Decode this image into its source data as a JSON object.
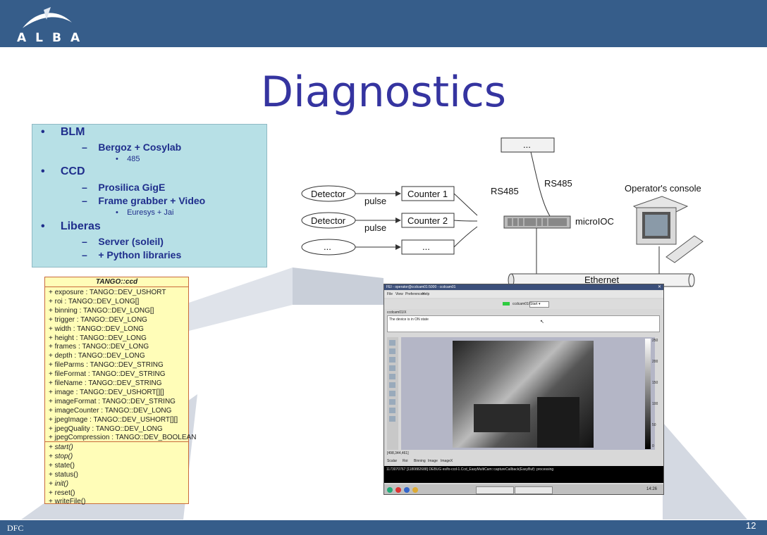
{
  "header": {
    "logo_text": "ALBA"
  },
  "slide": {
    "title": "Diagnostics",
    "footer": "DFC",
    "page_number": "12"
  },
  "bullets": [
    {
      "label": "BLM",
      "sub": [
        {
          "label": "Bergoz + Cosylab",
          "sub": [
            "485"
          ]
        }
      ]
    },
    {
      "label": "CCD",
      "sub": [
        {
          "label": "Prosilica GigE",
          "sub": []
        },
        {
          "label": "Frame grabber + Video",
          "sub": [
            "Euresys + Jai"
          ]
        }
      ]
    },
    {
      "label": "Liberas",
      "sub": [
        {
          "label": "Server (soleil)",
          "sub": []
        },
        {
          "label": "+ Python libraries",
          "sub": []
        }
      ]
    }
  ],
  "uml": {
    "class_name": "TANGO::ccd",
    "attributes": [
      "+ exposure : TANGO::DEV_USHORT",
      "+ roi : TANGO::DEV_LONG[]",
      "+ binning : TANGO::DEV_LONG[]",
      "+ trigger : TANGO::DEV_LONG",
      "+ width : TANGO::DEV_LONG",
      "+ height : TANGO::DEV_LONG",
      "+ frames : TANGO::DEV_LONG",
      "+ depth : TANGO::DEV_LONG",
      "+ fileParms : TANGO::DEV_STRING",
      "+ fileFormat : TANGO::DEV_STRING",
      "+ fileName : TANGO::DEV_STRING",
      "+ image : TANGO::DEV_USHORT[][]",
      "+ imageFormat : TANGO::DEV_STRING",
      "+ imageCounter : TANGO::DEV_LONG",
      "+ jpegImage : TANGO::DEV_USHORT[][]",
      "+ jpegQuality : TANGO::DEV_LONG",
      "+ jpegCompression : TANGO::DEV_BOOLEAN"
    ],
    "methods": [
      "+ start()",
      "+ stop()",
      "+ state()",
      "+ status()",
      "+ init()",
      "+ reset()",
      "+ writeFile()"
    ]
  },
  "diagram": {
    "detector1": "Detector",
    "detector2": "Detector",
    "detector3": "...",
    "pulse1": "pulse",
    "pulse2": "pulse",
    "counter1": "Counter 1",
    "counter2": "Counter 2",
    "counter3": "...",
    "rs485_a": "RS485",
    "rs485_b": "RS485",
    "top_box": "...",
    "microioc": "microIOC",
    "console": "Operator's console",
    "ethernet": "Ethernet"
  },
  "screenshot": {
    "window_title": "FEI - operator@ccdcam01:5000 - ccdcam01",
    "menu": [
      "File",
      "View",
      "Preferences",
      "Help"
    ],
    "device": "ccdcam01/X",
    "state_button": "Start",
    "device_name": "ccdcam01/X",
    "status_text": "The device is in ON state",
    "tabs": [
      "Scalar",
      "Roi",
      "Binning",
      "Image",
      "ImageX"
    ],
    "coords": "[498,344,461]",
    "console_line": "1173070767 [1180882688] DEBUG es/fo-ccd-1.Ccd_EasyMultiCam::captureCallback(EasyBuf): processing",
    "scale_labels": [
      "250",
      "200",
      "150",
      "100",
      "50",
      "0"
    ],
    "clock": "14:26"
  }
}
